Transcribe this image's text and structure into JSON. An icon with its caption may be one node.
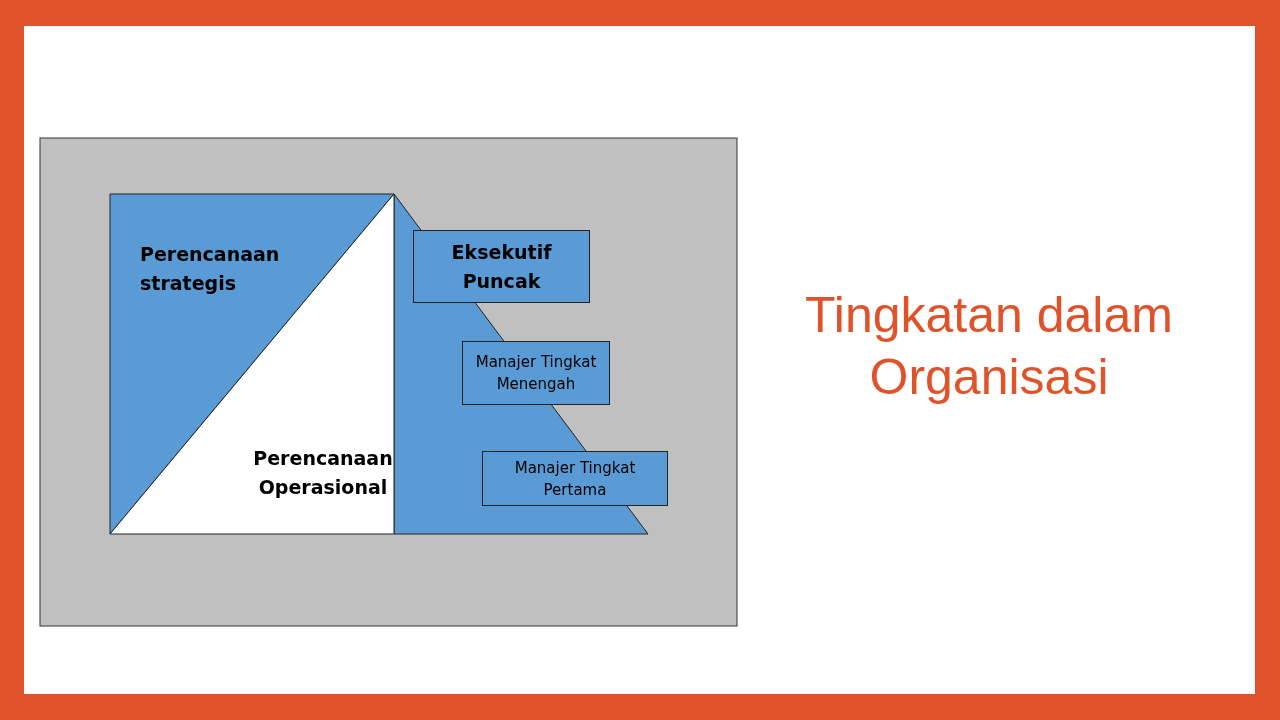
{
  "diagram": {
    "title": "Tingkatan dalam Organisasi",
    "nodes": [
      {
        "text": [
          "Perencanaan strategis"
        ]
      },
      {
        "text": [
          "Perencanaan Operasional"
        ]
      },
      {
        "text": [
          "Eksekutif Puncak"
        ]
      },
      {
        "text": [
          "Manajer Tingkat Menengah"
        ]
      },
      {
        "text": [
          "Manajer Tingkat Pertama"
        ]
      }
    ]
  }
}
